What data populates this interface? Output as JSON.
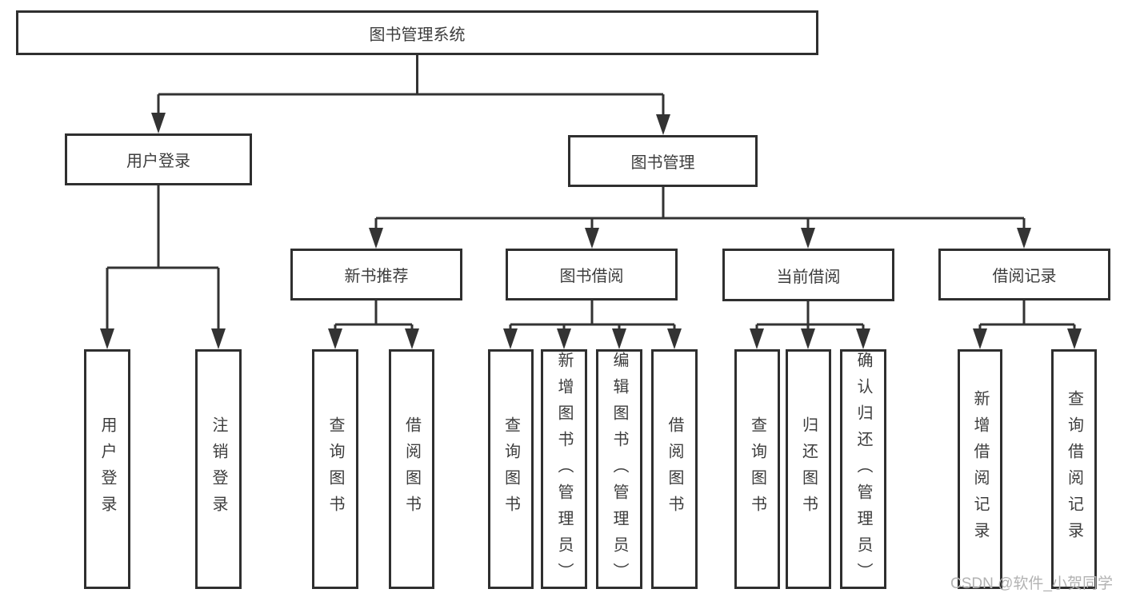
{
  "tree": {
    "label": "图书管理系统",
    "children": [
      {
        "label": "用户登录",
        "children": [
          {
            "label": "用户登录"
          },
          {
            "label": "注销登录"
          }
        ]
      },
      {
        "label": "图书管理",
        "children": [
          {
            "label": "新书推荐",
            "children": [
              {
                "label": "查询图书"
              },
              {
                "label": "借阅图书"
              }
            ]
          },
          {
            "label": "图书借阅",
            "children": [
              {
                "label": "查询图书"
              },
              {
                "label": "新增图书（管理员）"
              },
              {
                "label": "编辑图书（管理员）"
              },
              {
                "label": "借阅图书"
              }
            ]
          },
          {
            "label": "当前借阅",
            "children": [
              {
                "label": "查询图书"
              },
              {
                "label": "归还图书"
              },
              {
                "label": "确认归还（管理员）"
              }
            ]
          },
          {
            "label": "借阅记录",
            "children": [
              {
                "label": "新增借阅记录"
              },
              {
                "label": "查询借阅记录"
              }
            ]
          }
        ]
      }
    ]
  },
  "watermark": {
    "text": "CSDN @软件_小贺同学"
  },
  "colors": {
    "background": "#ffffff",
    "line": "#333333",
    "box_border": "#2f2f2f",
    "box_fill": "#ffffff",
    "text": "#3d3d3d",
    "watermark": "#b2b2b2"
  }
}
